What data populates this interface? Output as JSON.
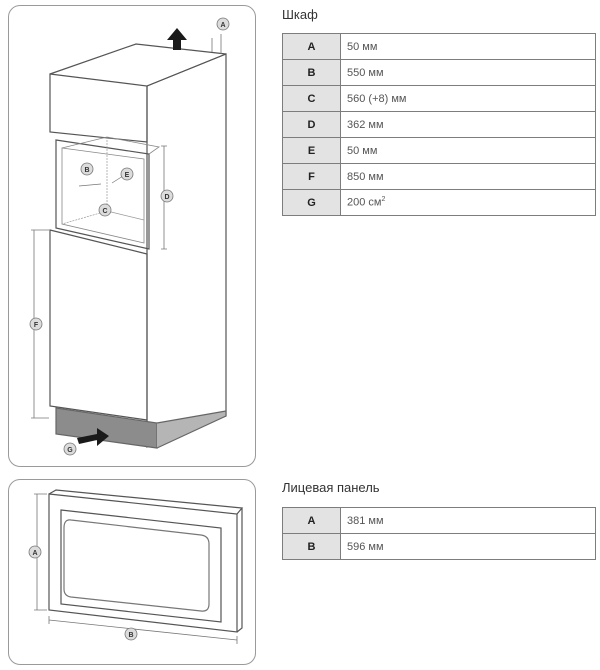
{
  "cabinet": {
    "title": "Шкаф",
    "markers": {
      "A": "A",
      "B": "B",
      "C": "C",
      "D": "D",
      "E": "E",
      "F": "F",
      "G": "G"
    },
    "rows": [
      {
        "key": "A",
        "value": "50 мм",
        "sup": ""
      },
      {
        "key": "B",
        "value": "550 мм",
        "sup": ""
      },
      {
        "key": "C",
        "value": "560 (+8) мм",
        "sup": ""
      },
      {
        "key": "D",
        "value": "362 мм",
        "sup": ""
      },
      {
        "key": "E",
        "value": "50 мм",
        "sup": ""
      },
      {
        "key": "F",
        "value": "850 мм",
        "sup": ""
      },
      {
        "key": "G",
        "value": "200 см",
        "sup": "2"
      }
    ]
  },
  "front_panel": {
    "title": "Лицевая панель",
    "markers": {
      "A": "A",
      "B": "B"
    },
    "rows": [
      {
        "key": "A",
        "value": "381 мм"
      },
      {
        "key": "B",
        "value": "596 мм"
      }
    ]
  },
  "icons": {
    "arrow_up": "arrow-up-icon",
    "arrow_right": "arrow-right-icon"
  }
}
